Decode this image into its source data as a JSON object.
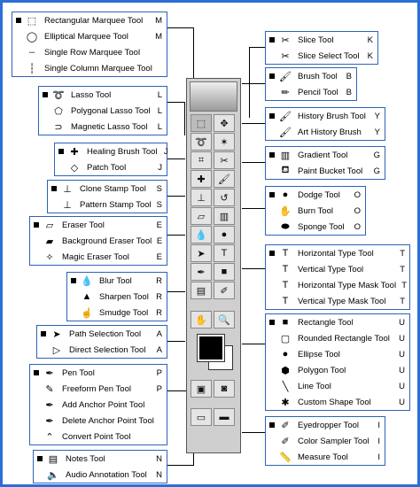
{
  "groups": [
    {
      "id": "g1",
      "items": [
        {
          "label": "Rectangular Marquee Tool",
          "key": "M",
          "icon": "rect-marquee-icon",
          "glyph": "⬚",
          "selected": true
        },
        {
          "label": "Elliptical Marquee Tool",
          "key": "M",
          "icon": "ellipse-marquee-icon",
          "glyph": "◯",
          "selected": false
        },
        {
          "label": "Single Row Marquee Tool",
          "key": "",
          "icon": "row-marquee-icon",
          "glyph": "┄",
          "selected": false
        },
        {
          "label": "Single Column Marquee Tool",
          "key": "",
          "icon": "column-marquee-icon",
          "glyph": "┆",
          "selected": false
        }
      ]
    },
    {
      "id": "g2",
      "items": [
        {
          "label": "Lasso Tool",
          "key": "L",
          "icon": "lasso-icon",
          "glyph": "➰",
          "selected": true
        },
        {
          "label": "Polygonal Lasso Tool",
          "key": "L",
          "icon": "polygonal-lasso-icon",
          "glyph": "⬠",
          "selected": false
        },
        {
          "label": "Magnetic Lasso Tool",
          "key": "L",
          "icon": "magnetic-lasso-icon",
          "glyph": "⊃",
          "selected": false
        }
      ]
    },
    {
      "id": "g3",
      "items": [
        {
          "label": "Healing Brush Tool",
          "key": "J",
          "icon": "healing-brush-icon",
          "glyph": "✚",
          "selected": true
        },
        {
          "label": "Patch Tool",
          "key": "J",
          "icon": "patch-icon",
          "glyph": "◇",
          "selected": false
        }
      ]
    },
    {
      "id": "g4",
      "items": [
        {
          "label": "Clone Stamp Tool",
          "key": "S",
          "icon": "clone-stamp-icon",
          "glyph": "⊥",
          "selected": true
        },
        {
          "label": "Pattern Stamp Tool",
          "key": "S",
          "icon": "pattern-stamp-icon",
          "glyph": "⊥",
          "selected": false
        }
      ]
    },
    {
      "id": "g5",
      "items": [
        {
          "label": "Eraser Tool",
          "key": "E",
          "icon": "eraser-icon",
          "glyph": "▱",
          "selected": true
        },
        {
          "label": "Background Eraser Tool",
          "key": "E",
          "icon": "background-eraser-icon",
          "glyph": "▰",
          "selected": false
        },
        {
          "label": "Magic Eraser Tool",
          "key": "E",
          "icon": "magic-eraser-icon",
          "glyph": "✧",
          "selected": false
        }
      ]
    },
    {
      "id": "g6",
      "items": [
        {
          "label": "Blur Tool",
          "key": "R",
          "icon": "blur-icon",
          "glyph": "💧",
          "selected": true
        },
        {
          "label": "Sharpen Tool",
          "key": "R",
          "icon": "sharpen-icon",
          "glyph": "▲",
          "selected": false
        },
        {
          "label": "Smudge Tool",
          "key": "R",
          "icon": "smudge-icon",
          "glyph": "☝",
          "selected": false
        }
      ]
    },
    {
      "id": "g7",
      "items": [
        {
          "label": "Path Selection Tool",
          "key": "A",
          "icon": "path-selection-icon",
          "glyph": "➤",
          "selected": true
        },
        {
          "label": "Direct Selection Tool",
          "key": "A",
          "icon": "direct-selection-icon",
          "glyph": "▷",
          "selected": false
        }
      ]
    },
    {
      "id": "g8",
      "items": [
        {
          "label": "Pen Tool",
          "key": "P",
          "icon": "pen-icon",
          "glyph": "✒",
          "selected": true
        },
        {
          "label": "Freeform Pen Tool",
          "key": "P",
          "icon": "freeform-pen-icon",
          "glyph": "✎",
          "selected": false
        },
        {
          "label": "Add Anchor Point Tool",
          "key": "",
          "icon": "add-anchor-icon",
          "glyph": "✒",
          "selected": false
        },
        {
          "label": "Delete Anchor Point Tool",
          "key": "",
          "icon": "delete-anchor-icon",
          "glyph": "✒",
          "selected": false
        },
        {
          "label": "Convert Point Tool",
          "key": "",
          "icon": "convert-point-icon",
          "glyph": "⌃",
          "selected": false
        }
      ]
    },
    {
      "id": "g9",
      "items": [
        {
          "label": "Notes Tool",
          "key": "N",
          "icon": "notes-icon",
          "glyph": "▤",
          "selected": true
        },
        {
          "label": "Audio Annotation Tool",
          "key": "N",
          "icon": "audio-annotation-icon",
          "glyph": "🔈",
          "selected": false
        }
      ]
    },
    {
      "id": "g10",
      "items": [
        {
          "label": "Slice Tool",
          "key": "K",
          "icon": "slice-icon",
          "glyph": "✂",
          "selected": true
        },
        {
          "label": "Slice Select Tool",
          "key": "K",
          "icon": "slice-select-icon",
          "glyph": "✂",
          "selected": false
        }
      ]
    },
    {
      "id": "g11",
      "items": [
        {
          "label": "Brush Tool",
          "key": "B",
          "icon": "brush-icon",
          "glyph": "🖌",
          "selected": true
        },
        {
          "label": "Pencil Tool",
          "key": "B",
          "icon": "pencil-icon",
          "glyph": "✏",
          "selected": false
        }
      ]
    },
    {
      "id": "g12",
      "items": [
        {
          "label": "History Brush Tool",
          "key": "Y",
          "icon": "history-brush-icon",
          "glyph": "🖌",
          "selected": true
        },
        {
          "label": "Art History Brush",
          "key": "Y",
          "icon": "art-history-brush-icon",
          "glyph": "🖌",
          "selected": false
        }
      ]
    },
    {
      "id": "g13",
      "items": [
        {
          "label": "Gradient Tool",
          "key": "G",
          "icon": "gradient-icon",
          "glyph": "▥",
          "selected": true
        },
        {
          "label": "Paint Bucket Tool",
          "key": "G",
          "icon": "paint-bucket-icon",
          "glyph": "⛾",
          "selected": false
        }
      ]
    },
    {
      "id": "g14",
      "items": [
        {
          "label": "Dodge Tool",
          "key": "O",
          "icon": "dodge-icon",
          "glyph": "●",
          "selected": true
        },
        {
          "label": "Burn Tool",
          "key": "O",
          "icon": "burn-icon",
          "glyph": "✋",
          "selected": false
        },
        {
          "label": "Sponge Tool",
          "key": "O",
          "icon": "sponge-icon",
          "glyph": "⬬",
          "selected": false
        }
      ]
    },
    {
      "id": "g15",
      "items": [
        {
          "label": "Horizontal Type Tool",
          "key": "T",
          "icon": "horizontal-type-icon",
          "glyph": "T",
          "selected": true
        },
        {
          "label": "Vertical Type Tool",
          "key": "T",
          "icon": "vertical-type-icon",
          "glyph": "T",
          "selected": false
        },
        {
          "label": "Horizontal Type Mask Tool",
          "key": "T",
          "icon": "horizontal-type-mask-icon",
          "glyph": "T",
          "selected": false
        },
        {
          "label": "Vertical Type Mask Tool",
          "key": "T",
          "icon": "vertical-type-mask-icon",
          "glyph": "T",
          "selected": false
        }
      ]
    },
    {
      "id": "g16",
      "items": [
        {
          "label": "Rectangle Tool",
          "key": "U",
          "icon": "rectangle-icon",
          "glyph": "■",
          "selected": true
        },
        {
          "label": "Rounded Rectangle Tool",
          "key": "U",
          "icon": "rounded-rectangle-icon",
          "glyph": "▢",
          "selected": false
        },
        {
          "label": "Ellipse Tool",
          "key": "U",
          "icon": "ellipse-icon",
          "glyph": "●",
          "selected": false
        },
        {
          "label": "Polygon Tool",
          "key": "U",
          "icon": "polygon-icon",
          "glyph": "⬢",
          "selected": false
        },
        {
          "label": "Line Tool",
          "key": "U",
          "icon": "line-icon",
          "glyph": "╲",
          "selected": false
        },
        {
          "label": "Custom Shape Tool",
          "key": "U",
          "icon": "custom-shape-icon",
          "glyph": "✱",
          "selected": false
        }
      ]
    },
    {
      "id": "g17",
      "items": [
        {
          "label": "Eyedropper Tool",
          "key": "I",
          "icon": "eyedropper-icon",
          "glyph": "✐",
          "selected": true
        },
        {
          "label": "Color Sampler Tool",
          "key": "I",
          "icon": "color-sampler-icon",
          "glyph": "✐",
          "selected": false
        },
        {
          "label": "Measure Tool",
          "key": "I",
          "icon": "measure-icon",
          "glyph": "📏",
          "selected": false
        }
      ]
    }
  ],
  "toolbox": {
    "buttons": [
      {
        "icon": "tb-marquee-icon",
        "glyph": "⬚",
        "active": true
      },
      {
        "icon": "tb-move-icon",
        "glyph": "✥",
        "active": false
      },
      {
        "icon": "tb-lasso-icon",
        "glyph": "➰",
        "active": false
      },
      {
        "icon": "tb-magic-wand-icon",
        "glyph": "✶",
        "active": false
      },
      {
        "icon": "tb-crop-icon",
        "glyph": "⌗",
        "active": false
      },
      {
        "icon": "tb-slice-icon",
        "glyph": "✂",
        "active": false
      },
      {
        "icon": "tb-healing-icon",
        "glyph": "✚",
        "active": false
      },
      {
        "icon": "tb-brush-icon",
        "glyph": "🖌",
        "active": false
      },
      {
        "icon": "tb-stamp-icon",
        "glyph": "⊥",
        "active": false
      },
      {
        "icon": "tb-history-brush-icon",
        "glyph": "↺",
        "active": false
      },
      {
        "icon": "tb-eraser-icon",
        "glyph": "▱",
        "active": false
      },
      {
        "icon": "tb-gradient-icon",
        "glyph": "▥",
        "active": false
      },
      {
        "icon": "tb-blur-icon",
        "glyph": "💧",
        "active": false
      },
      {
        "icon": "tb-dodge-icon",
        "glyph": "●",
        "active": false
      },
      {
        "icon": "tb-path-selection-icon",
        "glyph": "➤",
        "active": false
      },
      {
        "icon": "tb-type-icon",
        "glyph": "T",
        "active": false
      },
      {
        "icon": "tb-pen-icon",
        "glyph": "✒",
        "active": false
      },
      {
        "icon": "tb-shape-icon",
        "glyph": "■",
        "active": false
      },
      {
        "icon": "tb-notes-icon",
        "glyph": "▤",
        "active": false
      },
      {
        "icon": "tb-eyedropper-icon",
        "glyph": "✐",
        "active": false
      },
      {
        "icon": "tb-hand-icon",
        "glyph": "✋",
        "active": false
      },
      {
        "icon": "tb-zoom-icon",
        "glyph": "🔍",
        "active": false
      },
      {
        "icon": "tb-standard-mode-icon",
        "glyph": "▣",
        "active": false
      },
      {
        "icon": "tb-quickmask-icon",
        "glyph": "◙",
        "active": false
      },
      {
        "icon": "tb-screen-mode-icon",
        "glyph": "▭",
        "active": false
      },
      {
        "icon": "tb-fullscreen-icon",
        "glyph": "▬",
        "active": false
      }
    ]
  }
}
